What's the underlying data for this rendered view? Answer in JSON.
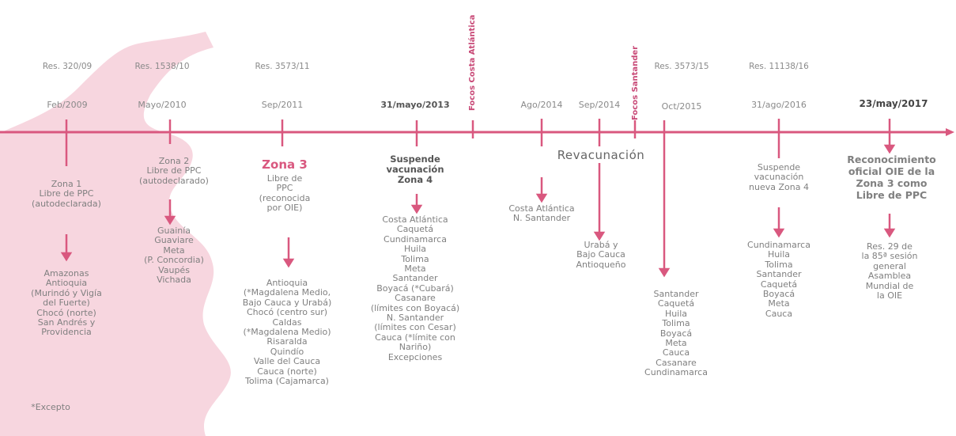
{
  "colors": {
    "accent": "#d9587f",
    "timeline": "#d9587f",
    "blob": "#f6d3dd"
  },
  "events": [
    {
      "res": "Res. 320/09",
      "date": "Feb/2009",
      "title": "",
      "body": "Zona 1\nLibre de PPC\n(autodeclarada)",
      "detail": "Amazonas\nAntioquia\n(Murindó y Vigía\ndel Fuerte)\nChocó (norte)\nSan Andrés y\nProvidencia",
      "footnote": "*Excepto"
    },
    {
      "res": "Res. 1538/10",
      "date": "Mayo/2010",
      "title": "",
      "body": "Zona 2\nLibre de PPC\n(autodeclarado)",
      "detail": "Guainía\nGuaviare\nMeta\n(P. Concordia)\nVaupés\nVichada"
    },
    {
      "res": "Res. 3573/11",
      "date": "Sep/2011",
      "title": "Zona 3",
      "body": "Libre de\nPPC\n(reconocida\npor OIE)",
      "detail": "Antioquia\n(*Magdalena Medio,\nBajo Cauca y Urabá)\nChocó (centro sur)\nCaldas\n(*Magdalena Medio)\nRisaralda\nQuindío\nValle del Cauca\nCauca (norte)\nTolima (Cajamarca)"
    },
    {
      "res": "",
      "date": "31/mayo/2013",
      "title": "Suspende\nvacunación\nZona 4",
      "body": "",
      "detail": "Costa Atlántica\nCaquetá\nCundinamarca\nHuila\nTolima\nMeta\nSantander\nBoyacá (*Cubará)\nCasanare\n(límites con Boyacá)\nN. Santander\n(límites con Cesar)\nCauca (*límite con\nNariño)\nExcepciones"
    },
    {
      "res": "",
      "date": "Ago/2014",
      "title": "",
      "body": "",
      "detail": "Costa Atlántica\nN. Santander"
    },
    {
      "res": "",
      "date": "Sep/2014",
      "title": "Revacunación",
      "body": "",
      "detail": "Urabá y\nBajo Cauca\nAntioqueño"
    },
    {
      "res": "Res. 3573/15",
      "date": "Oct/2015",
      "title": "",
      "body": "",
      "detail": "Santander\nCaquetá\nHuila\nTolima\nBoyacá\nMeta\nCauca\nCasanare\nCundinamarca"
    },
    {
      "res": "Res. 11138/16",
      "date": "31/ago/2016",
      "title": "",
      "body": "Suspende\nvacunación\nnueva Zona 4",
      "detail": "Cundinamarca\nHuila\nTolima\nSantander\nCaquetá\nBoyacá\nMeta\nCauca"
    },
    {
      "res": "",
      "date": "23/may/2017",
      "title": "Reconocimiento\noficial OIE de la\nZona 3 como\nLibre de PPC",
      "body": "",
      "detail": "Res. 29 de\nla 85ª sesión\ngeneral\nAsamblea\nMundial de\nla OIE"
    }
  ],
  "foci": [
    {
      "label": "Focos Costa Atlántica"
    },
    {
      "label": "Focos Santander"
    }
  ]
}
